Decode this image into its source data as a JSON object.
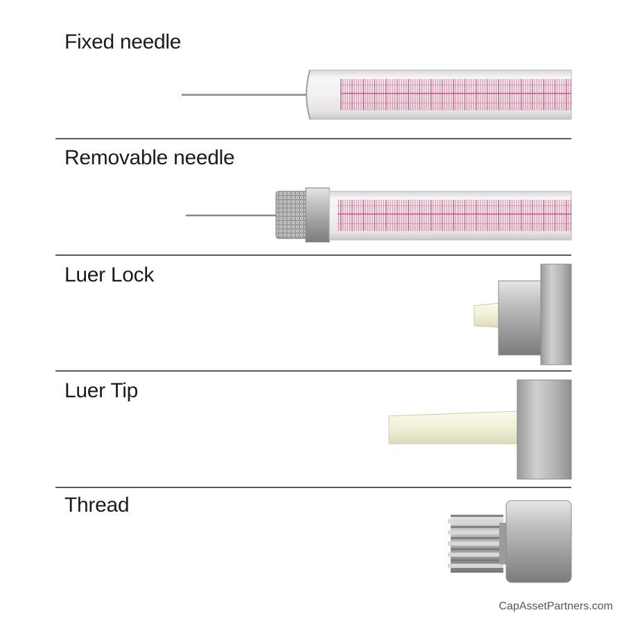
{
  "sections": [
    {
      "label": "Fixed needle"
    },
    {
      "label": "Removable needle"
    },
    {
      "label": "Luer Lock"
    },
    {
      "label": "Luer Tip"
    },
    {
      "label": "Thread"
    }
  ],
  "watermark": "CapAssetPartners.com",
  "colors": {
    "barrel": "#f4f2f3",
    "scale_marks": "#cc5577",
    "metal": "#a9a9a9",
    "tip_plastic": "#f3f0dc",
    "divider": "#5a5a5a"
  }
}
